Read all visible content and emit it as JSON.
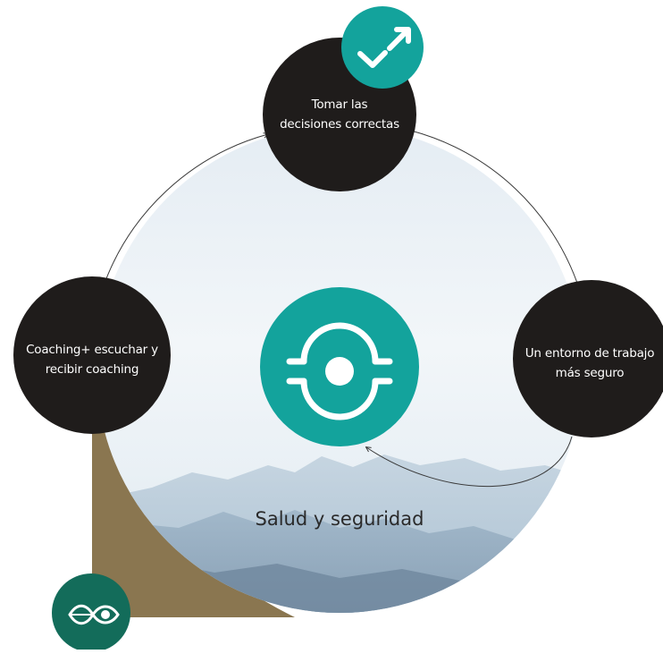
{
  "diagram": {
    "center_title": "Salud y seguridad",
    "nodes": [
      {
        "id": "top",
        "lines": [
          "Tomar las",
          "decisiones correctas"
        ]
      },
      {
        "id": "right",
        "lines": [
          "Un entorno de trabajo",
          "más seguro"
        ]
      },
      {
        "id": "left",
        "lines": [
          "Coaching+ escuchar y",
          "recibir coaching"
        ]
      }
    ],
    "icons": {
      "top_badge": "check-arrow-icon",
      "center": "safety-ring-icon",
      "bottom_badge": "leaf-eye-icon"
    },
    "colors": {
      "node_fill": "#1f1c1b",
      "teal": "#13a39c",
      "dark_teal": "#136c5a",
      "olive": "#8a7650",
      "cycle_stroke": "#3a3a3a"
    }
  }
}
